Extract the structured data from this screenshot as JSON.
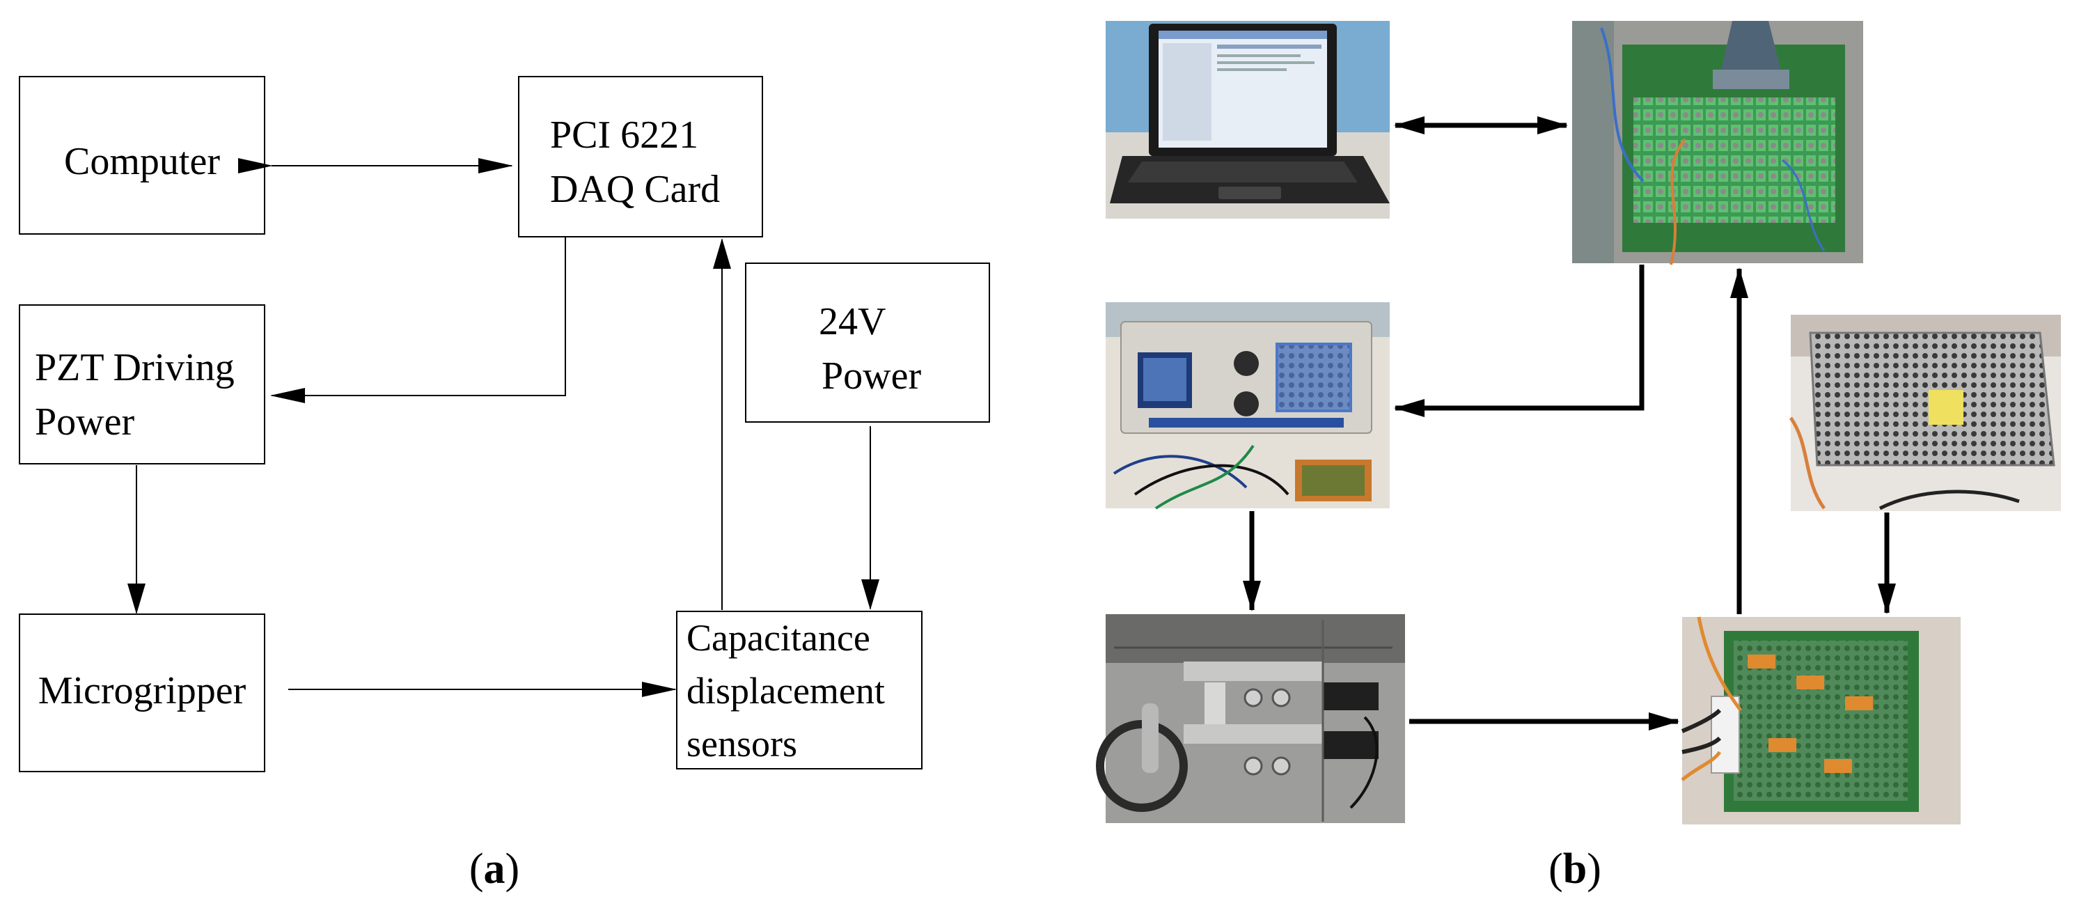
{
  "panel_a": {
    "caption": {
      "open": "(",
      "letter": "a",
      "close": ")"
    },
    "computer": {
      "label": "Computer"
    },
    "daq": {
      "line1": "PCI 6221",
      "line2": "DAQ Card"
    },
    "pzt": {
      "line1": "PZT Driving",
      "line2": "Power"
    },
    "power24": {
      "line1": "24V",
      "line2": "Power"
    },
    "microgripper": {
      "label": "Microgripper"
    },
    "sensors": {
      "line1": "Capacitance",
      "line2": "displacement",
      "line3": "sensors"
    }
  },
  "panel_b": {
    "caption": {
      "open": "(",
      "letter": "b",
      "close": ")"
    },
    "photos": {
      "laptop": "laptop-photo",
      "terminal_board": "terminal-board-photo",
      "driver": "pzt-driver-photo",
      "psu": "power-supply-photo",
      "gripper": "microgripper-photo",
      "sensor_board": "sensor-board-photo"
    }
  },
  "colors": {
    "line": "#000000",
    "box_border": "#000000",
    "pcb_green": "#2f7a3a",
    "desk_blue": "#2a8ad0"
  }
}
